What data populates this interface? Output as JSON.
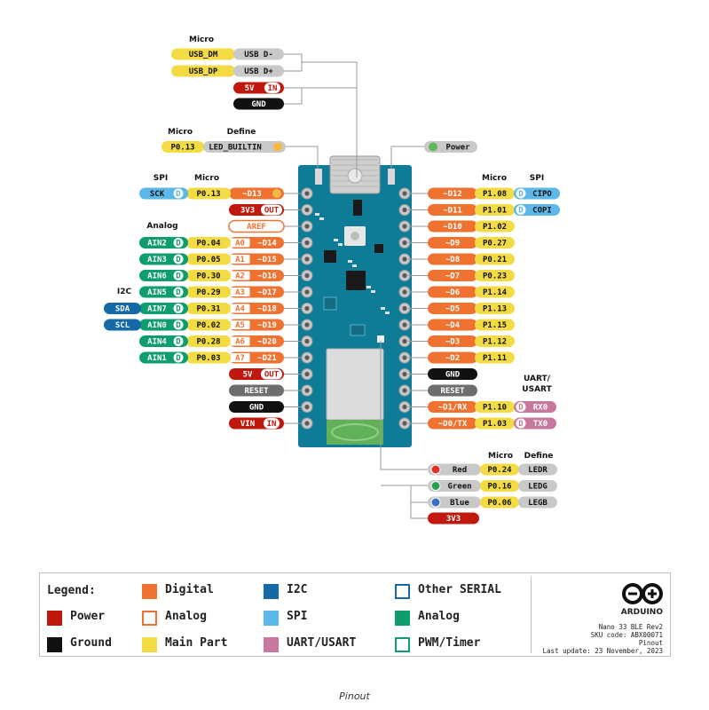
{
  "colors": {
    "digital": "#f07230",
    "power": "#c0180c",
    "ground": "#111111",
    "main": "#f3dc43",
    "i2c": "#1469a6",
    "spi": "#5cb8e8",
    "uart": "#c8789e",
    "analog": "#0e9d6e",
    "gray": "#6d6d6d",
    "lightgray": "#c9c9c9",
    "board": "#0f7c97",
    "led": "#5fb85f"
  },
  "headers": {
    "usb_micro": "Micro",
    "led_micro": "Micro",
    "led_define": "Define",
    "left_spi": "SPI",
    "left_micro": "Micro",
    "left_analog": "Analog",
    "left_i2c": "I2C",
    "right_micro": "Micro",
    "right_spi": "SPI",
    "uart": "UART/",
    "usart": "USART",
    "rgb_micro": "Micro",
    "rgb_define": "Define"
  },
  "usb": [
    {
      "micro": "USB_DM",
      "name": "USB D-"
    },
    {
      "micro": "USB_DP",
      "name": "USB D+"
    },
    {
      "name": "5V",
      "tag": "IN"
    },
    {
      "name": "GND"
    }
  ],
  "led": {
    "micro": "P0.13",
    "name": "LED_BUILTIN"
  },
  "power_led": {
    "name": "Power"
  },
  "left_pins": [
    {
      "spi": "SCK",
      "micro": "P0.13",
      "pin": "~D13"
    },
    {
      "pin": "3V3",
      "tag": "OUT"
    },
    {
      "pin": "AREF"
    },
    {
      "analog": "AIN2",
      "micro": "P0.04",
      "an": "A0",
      "pin": "~D14"
    },
    {
      "analog": "AIN3",
      "micro": "P0.05",
      "an": "A1",
      "pin": "~D15"
    },
    {
      "analog": "AIN6",
      "micro": "P0.30",
      "an": "A2",
      "pin": "~D16"
    },
    {
      "analog": "AIN5",
      "micro": "P0.29",
      "an": "A3",
      "pin": "~D17"
    },
    {
      "i2c": "SDA",
      "analog": "AIN7",
      "micro": "P0.31",
      "an": "A4",
      "pin": "~D18"
    },
    {
      "i2c": "SCL",
      "analog": "AIN0",
      "micro": "P0.02",
      "an": "A5",
      "pin": "~D19"
    },
    {
      "analog": "AIN4",
      "micro": "P0.28",
      "an": "A6",
      "pin": "~D20"
    },
    {
      "analog": "AIN1",
      "micro": "P0.03",
      "an": "A7",
      "pin": "~D21"
    },
    {
      "pin": "5V",
      "tag": "OUT"
    },
    {
      "pin": "RESET"
    },
    {
      "pin": "GND"
    },
    {
      "pin": "VIN",
      "tag": "IN"
    }
  ],
  "right_pins": [
    {
      "pin": "~D12",
      "micro": "P1.08",
      "spi": "CIPO"
    },
    {
      "pin": "~D11",
      "micro": "P1.01",
      "spi": "COPI"
    },
    {
      "pin": "~D10",
      "micro": "P1.02"
    },
    {
      "pin": "~D9",
      "micro": "P0.27"
    },
    {
      "pin": "~D8",
      "micro": "P0.21"
    },
    {
      "pin": "~D7",
      "micro": "P0.23"
    },
    {
      "pin": "~D6",
      "micro": "P1.14"
    },
    {
      "pin": "~D5",
      "micro": "P1.13"
    },
    {
      "pin": "~D4",
      "micro": "P1.15"
    },
    {
      "pin": "~D3",
      "micro": "P1.12"
    },
    {
      "pin": "~D2",
      "micro": "P1.11"
    },
    {
      "pin": "GND"
    },
    {
      "pin": "RESET"
    },
    {
      "pin": "~D1/RX",
      "micro": "P1.10",
      "uart": "RX0"
    },
    {
      "pin": "~D0/TX",
      "micro": "P1.03",
      "uart": "TX0"
    }
  ],
  "rgb": [
    {
      "color": "Red",
      "micro": "P0.24",
      "define": "LEDR"
    },
    {
      "color": "Green",
      "micro": "P0.16",
      "define": "LEDG"
    },
    {
      "color": "Blue",
      "micro": "P0.06",
      "define": "LEGB"
    }
  ],
  "rgb_power": "3V3",
  "badge_d": "D",
  "legend": {
    "title": "Legend:",
    "items": [
      {
        "label": "Power",
        "color": "#c0180c",
        "style": "fill"
      },
      {
        "label": "Ground",
        "color": "#111111",
        "style": "fill"
      },
      {
        "label": "Digital",
        "color": "#f07230",
        "style": "fill"
      },
      {
        "label": "Analog",
        "color": "#f07230",
        "style": "outline"
      },
      {
        "label": "Main Part",
        "color": "#f3dc43",
        "style": "fill"
      },
      {
        "label": "I2C",
        "color": "#1469a6",
        "style": "fill"
      },
      {
        "label": "SPI",
        "color": "#5cb8e8",
        "style": "fill"
      },
      {
        "label": "UART/USART",
        "color": "#c8789e",
        "style": "fill"
      },
      {
        "label": "Other SERIAL",
        "color": "#1469a6",
        "style": "outline"
      },
      {
        "label": "Analog",
        "color": "#0e9d6e",
        "style": "fill"
      },
      {
        "label": "PWM/Timer",
        "color": "#0e9d6e",
        "style": "outline"
      }
    ]
  },
  "brand": {
    "name": "ARDUINO",
    "product": "Nano 33 BLE Rev2",
    "sku": "SKU code: ABX00071",
    "doc": "Pinout",
    "updated": "Last update: 23 November, 2023"
  },
  "caption": "Pinout"
}
